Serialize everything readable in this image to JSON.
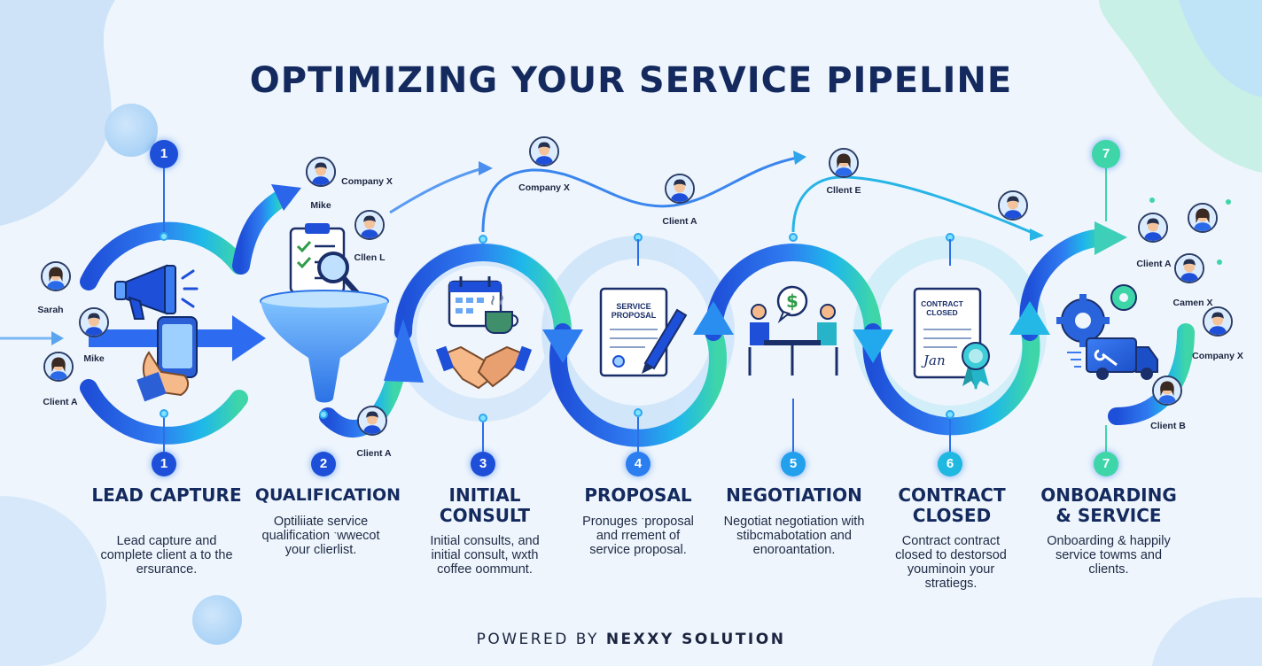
{
  "title": "OPTIMIZING YOUR SERVICE PIPELINE",
  "top_badges": [
    "1",
    "7"
  ],
  "steps": [
    {
      "num": "1",
      "title": "LEAD CAPTURE",
      "desc": "Lead capture and complete client a to the ersurance."
    },
    {
      "num": "2",
      "title": "QUALIFICATION",
      "desc": "Optiliiate service qualification ˑwwecot your clierlist."
    },
    {
      "num": "3",
      "title": "INITIAL CONSULT",
      "desc": "Initial consults, and initial consult, wxth coffee oommunt."
    },
    {
      "num": "4",
      "title": "PROPOSAL",
      "desc": "Pronuges ˑproposal and rrement of service proposal."
    },
    {
      "num": "5",
      "title": "NEGOTIATION",
      "desc": "Negotiat negotiation with stibcmabotation and enoroantation."
    },
    {
      "num": "6",
      "title": "CONTRACT CLOSED",
      "desc": "Contract contract closed to destorsod youminoin your stratiegs."
    },
    {
      "num": "7",
      "title": "ONBOARDING & SERVICE",
      "desc": "Onboarding & happily service towms and clients."
    }
  ],
  "documents": {
    "proposal": "SERVICE PROPOSAL",
    "contract": "CONTRACT CLOSED",
    "signature": "Jan"
  },
  "people": [
    {
      "label": "Sarah",
      "gender": "f"
    },
    {
      "label": "Mike",
      "gender": "m"
    },
    {
      "label": "Client A",
      "gender": "f"
    },
    {
      "label": "Company X",
      "gender": "m"
    },
    {
      "label": "Mike",
      "gender": "m"
    },
    {
      "label": "Cllen L",
      "gender": "m"
    },
    {
      "label": "Client A",
      "gender": "m"
    },
    {
      "label": "Company X",
      "gender": "m"
    },
    {
      "label": "Client A",
      "gender": "m"
    },
    {
      "label": "Cllent E",
      "gender": "f"
    },
    {
      "label": "",
      "gender": "m"
    },
    {
      "label": "Client A",
      "gender": "m"
    },
    {
      "label": "",
      "gender": "f"
    },
    {
      "label": "Camen X",
      "gender": "m"
    },
    {
      "label": "Company X",
      "gender": "m"
    },
    {
      "label": "Client B",
      "gender": "f"
    }
  ],
  "footer": {
    "prefix": "POWERED BY ",
    "brand": "NEXXY SOLUTION"
  },
  "colors": {
    "primary_blue": "#1e4fd8",
    "mid_blue": "#2f8cf0",
    "cyan": "#1fc3e8",
    "teal_green": "#3ed6a8",
    "title_navy": "#142a5e",
    "background": "#eef5fc"
  }
}
